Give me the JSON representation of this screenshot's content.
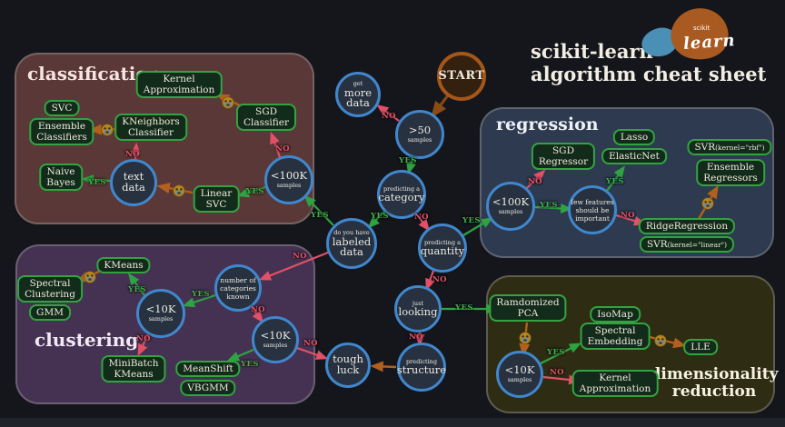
{
  "header": {
    "title": "scikit-learn\nalgorithm cheat sheet",
    "logo_scikit": "scikit",
    "logo_learn": "learn"
  },
  "labels": {
    "yes": "YES",
    "no": "NO"
  },
  "start": {
    "label": "START"
  },
  "regions": {
    "classification": {
      "label": "classification"
    },
    "regression": {
      "label": "regression"
    },
    "clustering": {
      "label": "clustering"
    },
    "dimensionality_reduction": {
      "label": "dimensionality\nreduction"
    }
  },
  "nodes": {
    "get_more_data": {
      "small": "get",
      "main": "more\ndata"
    },
    "over_50_samples": {
      "main": ">50",
      "small": "samples"
    },
    "predicting_category": {
      "small": "predicting a",
      "main": "category"
    },
    "labeled_data": {
      "small": "do you have",
      "main": "labeled\ndata"
    },
    "predicting_quantity": {
      "small": "predicting a",
      "main": "quantity"
    },
    "just_looking": {
      "small": "just",
      "main": "looking"
    },
    "predicting_structure": {
      "small": "predicting",
      "main": "structure"
    },
    "tough_luck": {
      "main": "tough\nluck"
    },
    "clf_100k": {
      "main": "<100K",
      "small": "samples"
    },
    "text_data": {
      "main": "text\ndata"
    },
    "reg_100k": {
      "main": "<100K",
      "small": "samples"
    },
    "few_features": {
      "text": "few features\nshould be\nimportant"
    },
    "clu_10k_left": {
      "main": "<10K",
      "small": "samples"
    },
    "categories_known": {
      "text": "number of\ncategories\nknown"
    },
    "clu_10k_right": {
      "main": "<10K",
      "small": "samples"
    },
    "dim_10k": {
      "main": "<10K",
      "small": "samples"
    }
  },
  "boxes": {
    "kernel_approximation": "Kernel\nApproximation",
    "sgd_classifier": "SGD\nClassifier",
    "svc": "SVC",
    "ensemble_classifiers": "Ensemble\nClassifiers",
    "kneighbors_classifier": "KNeighbors\nClassifier",
    "naive_bayes": "Naive\nBayes",
    "linear_svc": "Linear\nSVC",
    "sgd_regressor": "SGD\nRegressor",
    "lasso": "Lasso",
    "elasticnet": "ElasticNet",
    "svr_rbf": {
      "name": "SVR",
      "param": "(kernel=\"rbf\")"
    },
    "ensemble_regressors": "Ensemble\nRegressors",
    "ridge_regression": "RidgeRegression",
    "svr_linear": {
      "name": "SVR",
      "param": "(kernel=\"linear\")"
    },
    "kmeans": "KMeans",
    "spectral_clustering": "Spectral\nClustering",
    "gmm": "GMM",
    "minibatch_kmeans": "MiniBatch\nKMeans",
    "meanshift": "MeanShift",
    "vbgmm": "VBGMM",
    "randomized_pca": "Ramdomized\nPCA",
    "isomap": "IsoMap",
    "spectral_embedding": "Spectral\nEmbedding",
    "lle": "LLE",
    "kernel_approximation_2": "Kernel\nApproximation"
  },
  "edges": [
    {
      "from": "start",
      "to": "over-50-samples"
    },
    {
      "from": "over-50-samples",
      "to": "get-more-data",
      "label": "NO"
    },
    {
      "from": "over-50-samples",
      "to": "predicting-a-category",
      "label": "YES"
    },
    {
      "from": "predicting-a-category",
      "to": "do-you-have-labeled-data",
      "label": "YES"
    },
    {
      "from": "predicting-a-category",
      "to": "predicting-a-quantity",
      "label": "NO"
    },
    {
      "from": "do-you-have-labeled-data",
      "to": "classification-100k-samples",
      "label": "YES"
    },
    {
      "from": "do-you-have-labeled-data",
      "to": "number-of-categories-known",
      "label": "NO"
    },
    {
      "from": "classification-100k-samples",
      "to": "linear-svc",
      "label": "YES"
    },
    {
      "from": "classification-100k-samples",
      "to": "sgd-classifier",
      "label": "NO"
    },
    {
      "from": "sgd-classifier",
      "to": "kernel-approximation",
      "mark": "crying-face"
    },
    {
      "from": "linear-svc",
      "to": "text-data",
      "mark": "crying-face"
    },
    {
      "from": "text-data",
      "to": "naive-bayes",
      "label": "YES"
    },
    {
      "from": "text-data",
      "to": "kneighbors-classifier",
      "label": "NO"
    },
    {
      "from": "kneighbors-classifier",
      "to": "svc-ensemble-classifiers",
      "mark": "crying-face"
    },
    {
      "from": "predicting-a-quantity",
      "to": "regression-100k-samples",
      "label": "YES"
    },
    {
      "from": "predicting-a-quantity",
      "to": "just-looking",
      "label": "NO"
    },
    {
      "from": "regression-100k-samples",
      "to": "sgd-regressor",
      "label": "NO"
    },
    {
      "from": "regression-100k-samples",
      "to": "few-features-should-be-important",
      "label": "YES"
    },
    {
      "from": "few-features-should-be-important",
      "to": "lasso-elasticnet",
      "label": "YES"
    },
    {
      "from": "few-features-should-be-important",
      "to": "ridge-regression-svr-linear",
      "label": "NO"
    },
    {
      "from": "ridge-regression",
      "to": "svr-rbf-ensemble-regressors",
      "mark": "crying-face"
    },
    {
      "from": "just-looking",
      "to": "randomized-pca",
      "label": "YES"
    },
    {
      "from": "just-looking",
      "to": "predicting-structure",
      "label": "NO"
    },
    {
      "from": "predicting-structure",
      "to": "tough-luck"
    },
    {
      "from": "randomized-pca",
      "to": "dimred-10k-samples",
      "mark": "crying-face"
    },
    {
      "from": "dimred-10k-samples",
      "to": "isomap-spectral-embedding",
      "label": "YES"
    },
    {
      "from": "dimred-10k-samples",
      "to": "kernel-approximation-2",
      "label": "NO"
    },
    {
      "from": "spectral-embedding",
      "to": "lle",
      "mark": "crying-face"
    },
    {
      "from": "number-of-categories-known",
      "to": "clustering-10k-samples-left",
      "label": "YES"
    },
    {
      "from": "number-of-categories-known",
      "to": "clustering-10k-samples-right",
      "label": "NO"
    },
    {
      "from": "clustering-10k-samples-left",
      "to": "kmeans",
      "label": "YES"
    },
    {
      "from": "clustering-10k-samples-left",
      "to": "minibatch-kmeans",
      "label": "NO"
    },
    {
      "from": "kmeans",
      "to": "spectral-clustering-gmm",
      "mark": "crying-face"
    },
    {
      "from": "clustering-10k-samples-right",
      "to": "meanshift-vbgmm",
      "label": "YES"
    },
    {
      "from": "clustering-10k-samples-right",
      "to": "tough-luck",
      "label": "NO"
    }
  ],
  "colors": {
    "background": "#14161b",
    "yes_green": "#2fa341",
    "no_red": "#e15067",
    "not_working_orange": "#b2601d",
    "node_border_blue": "#4187cd",
    "box_border_green": "#33a342",
    "region_classification": "#5a3837",
    "region_regression": "#2d3a4f",
    "region_clustering": "#453253",
    "region_dimred": "#2e2c13",
    "start_border": "#a5571a"
  }
}
